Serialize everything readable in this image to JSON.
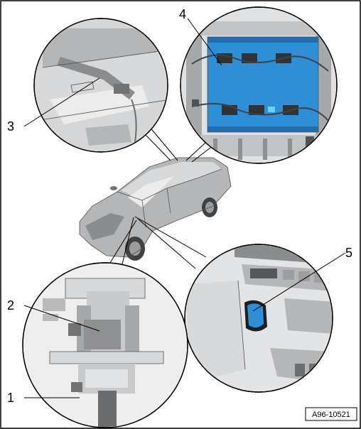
{
  "diagram": {
    "callouts": [
      {
        "id": "1",
        "label": "1"
      },
      {
        "id": "2",
        "label": "2"
      },
      {
        "id": "3",
        "label": "3"
      },
      {
        "id": "4",
        "label": "4"
      },
      {
        "id": "5",
        "label": "5"
      }
    ],
    "reference_code": "A96-10521",
    "colors": {
      "highlight_blue": "#2f8fd6",
      "outline": "#000000",
      "component_gray": "#b4b6b8"
    }
  }
}
